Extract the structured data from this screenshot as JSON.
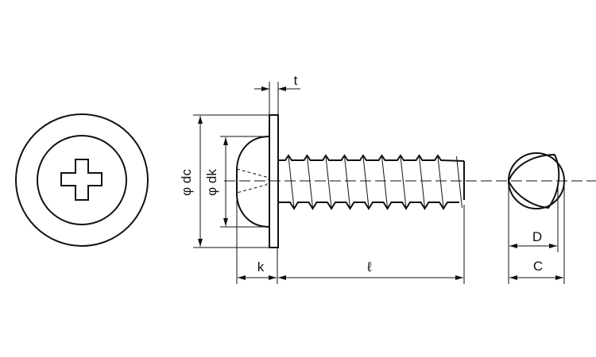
{
  "labels": {
    "dc": "φ dc",
    "dk": "φ dk",
    "t": "t",
    "k": "k",
    "l": "ℓ",
    "D": "D",
    "C": "C"
  }
}
